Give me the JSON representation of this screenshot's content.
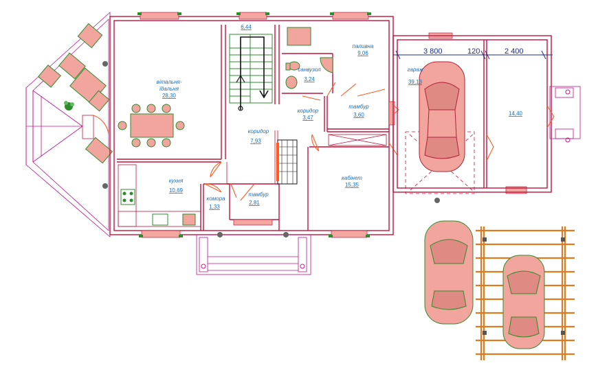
{
  "rooms": {
    "dining": {
      "name": "вітальня-\nїдальня",
      "name_l1": "вітальня-",
      "name_l2": "їдальня",
      "area": "28,30"
    },
    "stair": {
      "area": "6,44"
    },
    "boiler": {
      "name": "паливна",
      "area": "9,06"
    },
    "bathroom": {
      "name": "санвузол",
      "area": "3,24"
    },
    "corridor_small": {
      "name": "коридор",
      "area": "3,47"
    },
    "vestibule_right": {
      "name": "тамбур",
      "area": "3,60"
    },
    "corridor": {
      "name": "коридор",
      "area": "7,93"
    },
    "garage": {
      "name": "гараж",
      "area": "39,13"
    },
    "storage": {
      "area": "14,40"
    },
    "kitchen": {
      "name": "кухня",
      "area": "10,69"
    },
    "pantry": {
      "name": "комора",
      "area": "1,33"
    },
    "vestibule_front": {
      "name": "тамбур",
      "area": "2,81"
    },
    "office": {
      "name": "кабінет",
      "area": "15,35"
    }
  },
  "dimensions": {
    "d1": "3 800",
    "d2": "120",
    "d3": "2 400"
  },
  "colors": {
    "wall": "#c0143c",
    "door": "#ff5a1f",
    "label": "#1e6fb8",
    "furniture": "#f1a59c",
    "frame": "#2e8b2e",
    "terrace": "#c0108f"
  },
  "icons": [
    "car-icon",
    "toilet-icon",
    "sink-icon",
    "stove-icon",
    "plant-icon",
    "stair-arrow-icon"
  ]
}
